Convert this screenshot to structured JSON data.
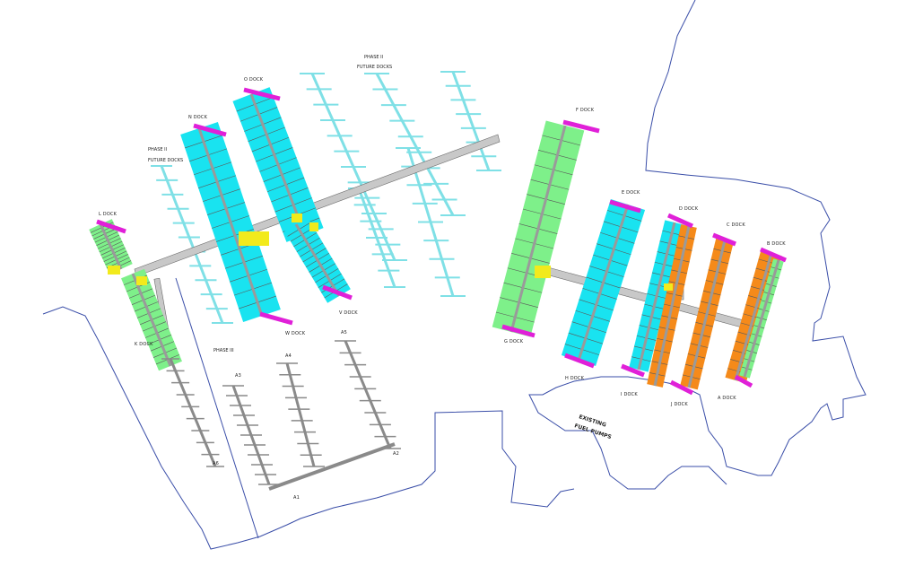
{
  "map": {
    "colors": {
      "background": "#ffffff",
      "shoreline": "#3a4ea8",
      "dock_green": "#7ef08a",
      "dock_cyan": "#19e3f0",
      "dock_orange": "#f58a1a",
      "dock_magenta": "#e020d8",
      "dock_yellow": "#f2ea1c",
      "future_dock": "#7fe0e6",
      "walkway": "#c8c8c8",
      "slip_lines": "#5a5a5a"
    },
    "labels": {
      "l_dock": "L DOCK",
      "k_dock": "K DOCK",
      "n_dock": "N DOCK",
      "o_dock": "O DOCK",
      "v_dock": "V DOCK",
      "w_dock": "W DOCK",
      "phase2_left_line1": "PHASE II",
      "phase2_left_line2": "FUTURE DOCKS",
      "phase2_top_line1": "PHASE II",
      "phase2_top_line2": "FUTURE DOCKS",
      "phase_iii": "PHASE III",
      "a1": "A1",
      "a2": "A2",
      "a3": "A3",
      "a4": "A4",
      "a5": "A5",
      "a6": "A6",
      "f_dock": "F DOCK",
      "g_dock": "G DOCK",
      "e_dock": "E DOCK",
      "h_dock": "H DOCK",
      "d_dock": "D DOCK",
      "i_dock": "I DOCK",
      "c_dock": "C DOCK",
      "j_dock": "J DOCK",
      "b_dock": "B DOCK",
      "a_dock": "A DOCK",
      "fuel_line1": "EXISTING",
      "fuel_line2": "FUEL PUMPS"
    }
  }
}
